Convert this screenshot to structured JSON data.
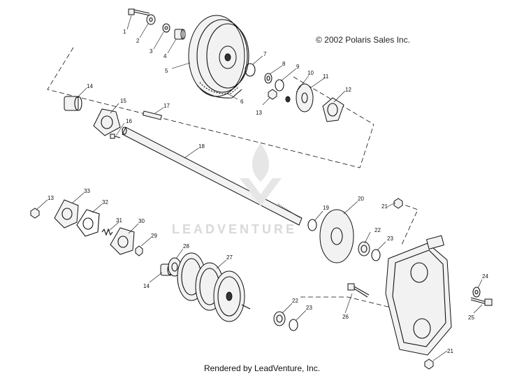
{
  "copyright": "© 2002 Polaris Sales Inc.",
  "watermark": "LEADVENTURE",
  "footer": "Rendered by LeadVenture, Inc.",
  "parts": [
    {
      "label": "1",
      "name": "bolt"
    },
    {
      "label": "2",
      "name": "washer"
    },
    {
      "label": "3",
      "name": "washer"
    },
    {
      "label": "4",
      "name": "bushing"
    },
    {
      "label": "5",
      "name": "driven-sprocket-pulley"
    },
    {
      "label": "6",
      "name": "chain"
    },
    {
      "label": "7",
      "name": "o-ring"
    },
    {
      "label": "8",
      "name": "washer"
    },
    {
      "label": "9",
      "name": "o-ring"
    },
    {
      "label": "10",
      "name": "washer"
    },
    {
      "label": "11",
      "name": "plate"
    },
    {
      "label": "12",
      "name": "bearing-flange"
    },
    {
      "label": "13",
      "name": "nut"
    },
    {
      "label": "14",
      "name": "bearing"
    },
    {
      "label": "15",
      "name": "bearing-flange"
    },
    {
      "label": "16",
      "name": "bolt"
    },
    {
      "label": "17",
      "name": "key"
    },
    {
      "label": "18",
      "name": "shaft"
    },
    {
      "label": "19",
      "name": "seal"
    },
    {
      "label": "20",
      "name": "brake-disc"
    },
    {
      "label": "21",
      "name": "nut"
    },
    {
      "label": "22",
      "name": "bearing"
    },
    {
      "label": "23",
      "name": "o-ring"
    },
    {
      "label": "24",
      "name": "washer"
    },
    {
      "label": "25",
      "name": "bolt"
    },
    {
      "label": "26",
      "name": "bolt"
    },
    {
      "label": "27",
      "name": "drive-sprockets"
    },
    {
      "label": "28",
      "name": "sprocket-hub"
    },
    {
      "label": "29",
      "name": "nut"
    },
    {
      "label": "30",
      "name": "bearing-flange"
    },
    {
      "label": "31",
      "name": "spring"
    },
    {
      "label": "32",
      "name": "gasket-plate"
    },
    {
      "label": "33",
      "name": "bearing-flange"
    }
  ]
}
